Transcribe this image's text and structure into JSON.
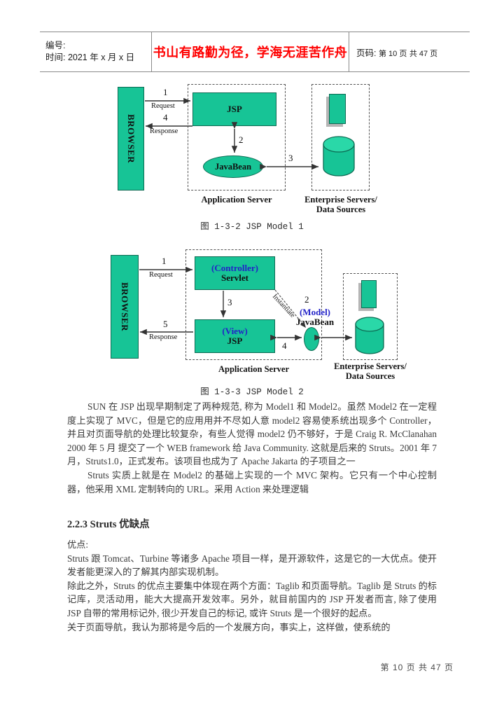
{
  "header": {
    "left_line1": "编号:",
    "left_line2": "时间: 2021 年 x 月 x 日",
    "motto": "书山有路勤为径，学海无涯苦作舟",
    "right_label": "页码:",
    "right_current": "第 10 页",
    "right_total": "共 47 页"
  },
  "figure1": {
    "caption": "图 1-3-2   JSP Model 1",
    "browser_label": "BROWSER",
    "jsp_label": "JSP",
    "javabean_label": "JavaBean",
    "app_server_label": "Application Server",
    "enterprise_label_line1": "Enterprise Servers/",
    "enterprise_label_line2": "Data Sources",
    "arrow1_num": "1",
    "arrow1_text": "Request",
    "arrow4_num": "4",
    "arrow4_text": "Response",
    "arrow2_num": "2",
    "arrow3_num": "3"
  },
  "figure2": {
    "caption": "图 1-3-3   JSP Model 2",
    "browser_label": "BROWSER",
    "controller_tag": "(Controller)",
    "controller_label": "Servlet",
    "view_tag": "(View)",
    "view_label": "JSP",
    "model_tag": "(Model)",
    "model_label": "JavaBean",
    "instantiate_label": "Instantiate",
    "app_server_label": "Application Server",
    "enterprise_label_line1": "Enterprise Servers/",
    "enterprise_label_line2": "Data Sources",
    "arrow1_num": "1",
    "arrow1_text": "Request",
    "arrow5_num": "5",
    "arrow5_text": "Response",
    "arrow2_num": "2",
    "arrow3_num": "3",
    "arrow4_num": "4"
  },
  "body": {
    "para1": "SUN 在 JSP 出现早期制定了两种规范, 称为 Model1 和 Model2。虽然 Model2 在一定程度上实现了 MVC，但是它的应用用并不尽如人意 model2 容易使系统出现多个 Controller，并且对页面导航的处理比较复杂，有些人觉得 model2 仍不够好，于是 Craig R. McClanahan 2000 年 5 月 提交了一个 WEB framework 给 Java Community. 这就是后来的 Struts。2001 年 7 月，Struts1.0，正式发布。该项目也成为了 Apache Jakarta 的子项目之一",
    "para2": "Struts 实质上就是在 Model2 的基础上实现的一个 MVC 架构。它只有一个中心控制器，他采用 XML 定制转向的 URL。采用 Action 来处理逻辑",
    "section_heading": "2.2.3 Struts  优缺点",
    "para3": "优点:",
    "para4": "Struts 跟 Tomcat、Turbine 等诸多 Apache 项目一样，是开源软件，这是它的一大优点。使开发者能更深入的了解其内部实现机制。",
    "para5": "除此之外，Struts 的优点主要集中体现在两个方面：Taglib 和页面导航。Taglib 是 Struts 的标记库，灵活动用，能大大提高开发效率。另外，就目前国内的 JSP 开发者而言, 除了使用 JSP 自带的常用标记外, 很少开发自己的标记, 或许 Struts 是一个很好的起点。",
    "para6": "关于页面导航，我认为那将是今后的一个发展方向，事实上，这样做，使系统的"
  },
  "footer": {
    "text": "第 10 页 共 47 页"
  },
  "colors": {
    "green_fill": "#17c496",
    "green_stroke": "#0d6b53",
    "motto_red": "#ff0000",
    "tag_blue": "#2323c8",
    "dash_gray": "#555555"
  }
}
